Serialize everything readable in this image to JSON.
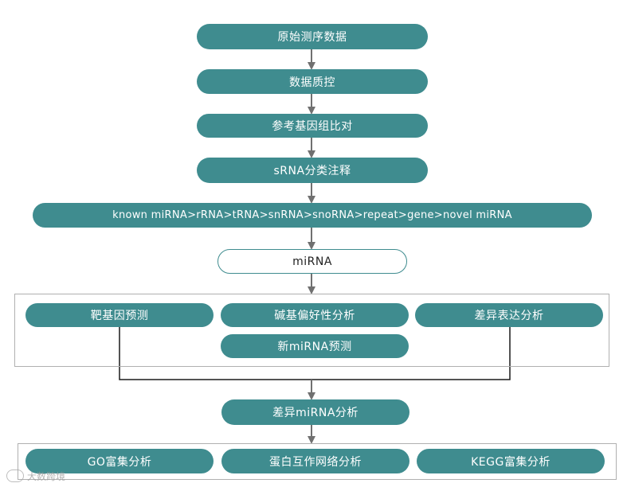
{
  "colors": {
    "node_fill": "#3f8c8f",
    "node_text": "#ffffff",
    "outline_border": "#3f8c8f",
    "outline_text": "#222222",
    "arrow": "#707070",
    "line": "#1a1a1a",
    "group_border": "#b0b0b0"
  },
  "nodes": {
    "raw_data": "原始测序数据",
    "qc": "数据质控",
    "ref_align": "参考基因组比对",
    "srna_annot": "sRNA分类注释",
    "priority": "known miRNA>rRNA>tRNA>snRNA>snoRNA>repeat>gene>novel miRNA",
    "mirna": "miRNA",
    "target_pred": "靶基因预测",
    "base_bias": "碱基偏好性分析",
    "diff_expr": "差异表达分析",
    "novel_mirna": "新miRNA预测",
    "diff_mirna": "差异miRNA分析",
    "go": "GO富集分析",
    "ppi": "蛋白互作网络分析",
    "kegg": "KEGG富集分析"
  },
  "watermark": {
    "text": "大数跨境"
  }
}
